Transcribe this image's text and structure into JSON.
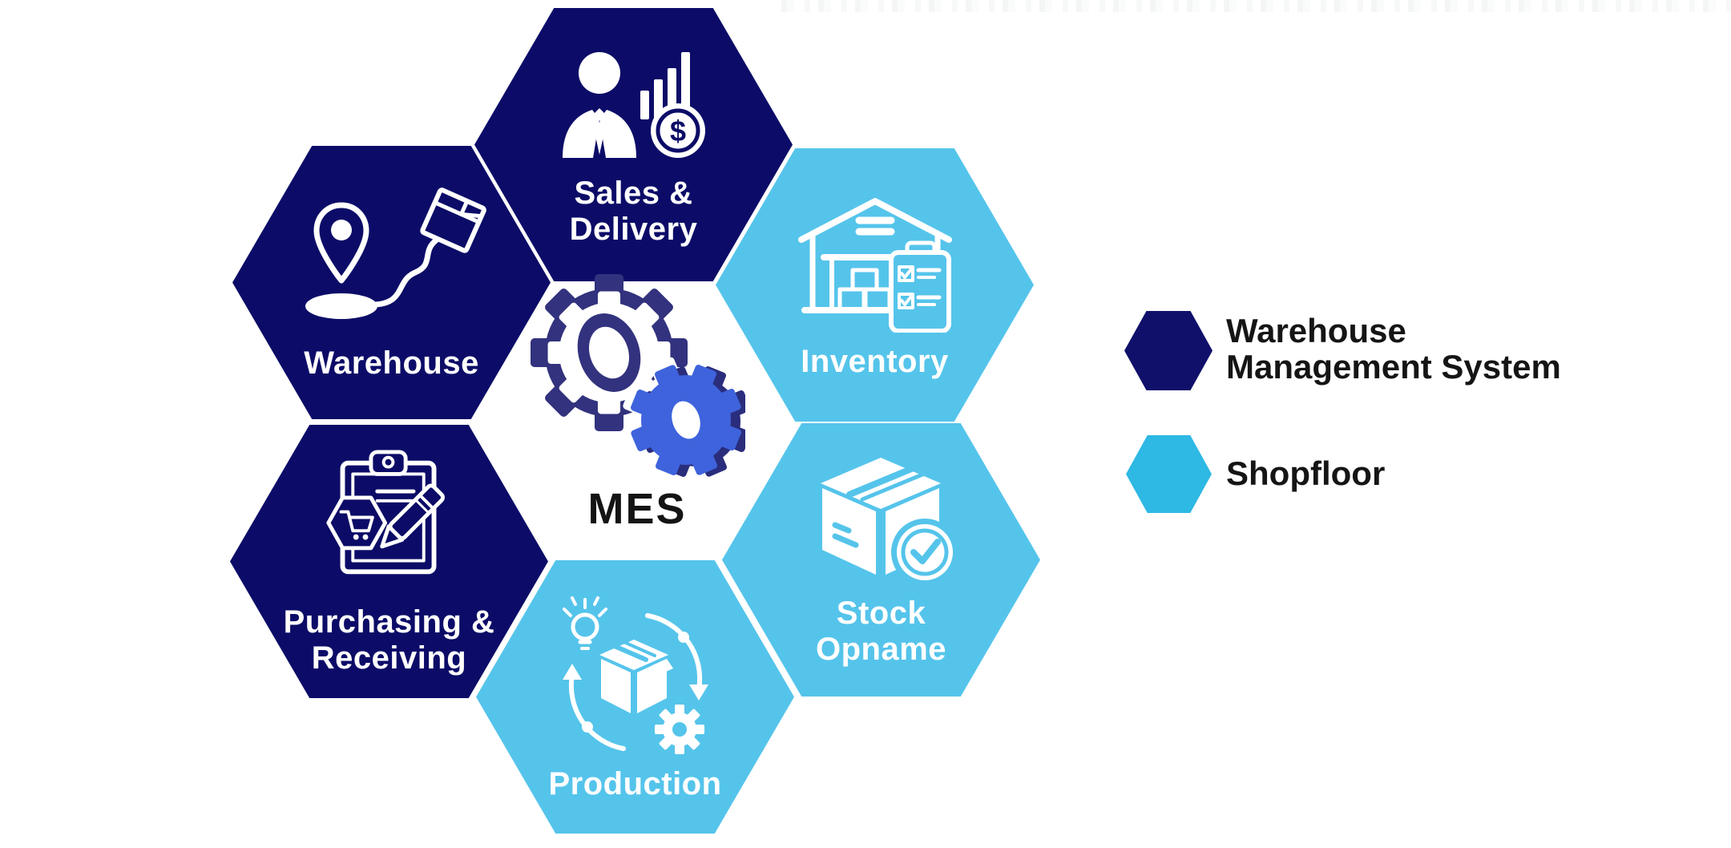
{
  "colors": {
    "background": "#FFFFFF",
    "wms_navy": "#0C0C68",
    "shopfloor_blue": "#55C4EB",
    "legend_navy": "#10106B",
    "legend_blue": "#2EB8E4",
    "gear_outline_navy": "#32327E",
    "gear_blue": "#3E63DC",
    "gear_shadow_navy": "#2A2D7C",
    "label_white": "#FFFFFF",
    "text_dark": "#141414"
  },
  "diagram": {
    "center": {
      "label": "MES",
      "icon": "gears-icon"
    },
    "hexagons": [
      {
        "id": "sales-delivery",
        "label_lines": [
          "Sales &",
          "Delivery"
        ],
        "category": "Warehouse Management System",
        "icon": "salesperson-chart-coin-icon"
      },
      {
        "id": "warehouse",
        "label_lines": [
          "Warehouse"
        ],
        "category": "Warehouse Management System",
        "icon": "location-pin-route-box-icon"
      },
      {
        "id": "inventory",
        "label_lines": [
          "Inventory"
        ],
        "category": "Shopfloor",
        "icon": "warehouse-checklist-icon"
      },
      {
        "id": "purchasing-receiving",
        "label_lines": [
          "Purchasing &",
          "Receiving"
        ],
        "category": "Warehouse Management System",
        "icon": "clipboard-cart-pencil-icon"
      },
      {
        "id": "stock-opname",
        "label_lines": [
          "Stock",
          "Opname"
        ],
        "category": "Shopfloor",
        "icon": "box-checkmark-icon"
      },
      {
        "id": "production",
        "label_lines": [
          "Production"
        ],
        "category": "Shopfloor",
        "icon": "production-cycle-icon"
      }
    ]
  },
  "legend": {
    "items": [
      {
        "swatch_color": "#10106B",
        "label_lines": [
          "Warehouse",
          "Management System"
        ]
      },
      {
        "swatch_color": "#2EB8E4",
        "label_lines": [
          "Shopfloor"
        ]
      }
    ]
  },
  "icons": {
    "sales_coin_symbol": "$"
  }
}
